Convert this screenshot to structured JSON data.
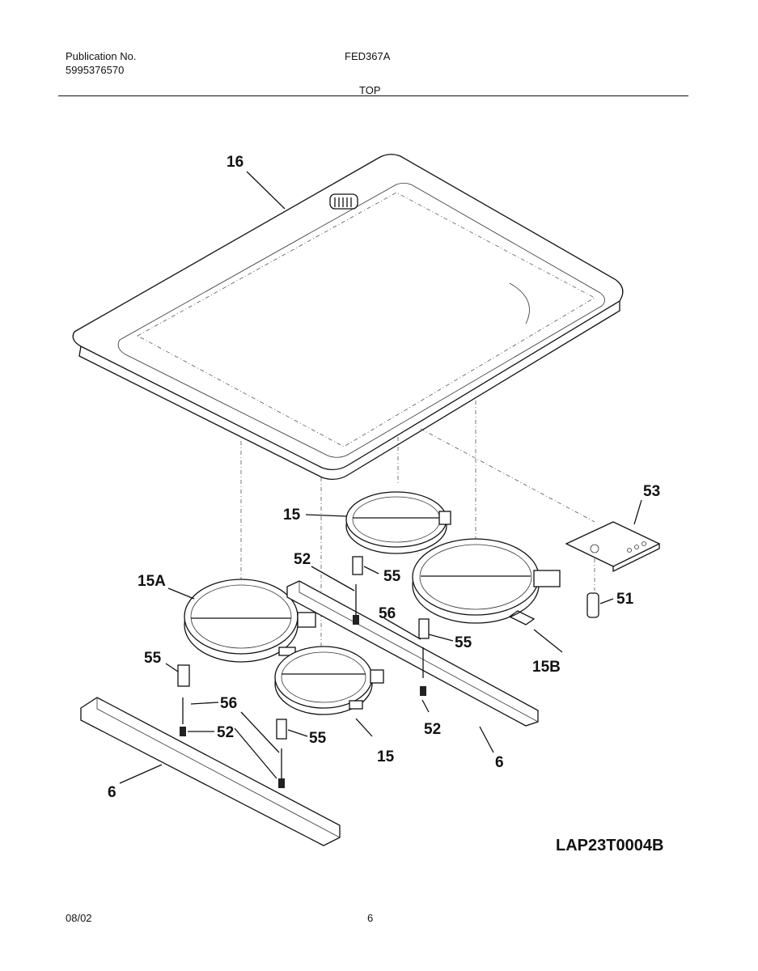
{
  "header": {
    "publication_label": "Publication No.",
    "publication_number": "5995376570",
    "model": "FED367A",
    "section_title": "TOP"
  },
  "callouts": {
    "cooktop": "16",
    "element_rear_left": "15",
    "element_front_left": "15A",
    "element_front_right": "15",
    "element_rear_right": "15B",
    "bracket": "53",
    "light": "51",
    "screw_a": "52",
    "screw_b": "52",
    "screw_c": "52",
    "spacer_a": "55",
    "spacer_b": "55",
    "spacer_c": "55",
    "spacer_d": "55",
    "clip_a": "56",
    "clip_b": "56",
    "rail_front": "6",
    "rail_rear": "6"
  },
  "diagram_code": "LAP23T0004B",
  "footer": {
    "date": "08/02",
    "page": "6"
  }
}
